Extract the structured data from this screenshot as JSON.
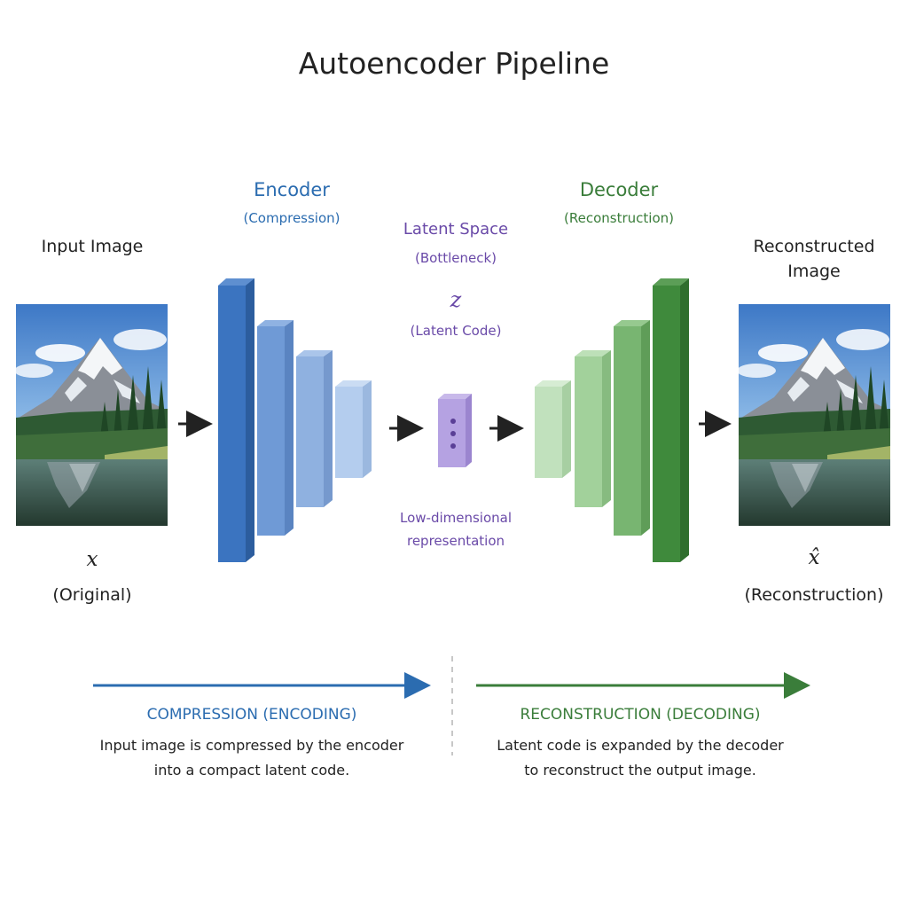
{
  "title": "Autoencoder Pipeline",
  "input": {
    "heading": "Input Image",
    "symbol": "x",
    "caption": "(Original)"
  },
  "encoder": {
    "heading": "Encoder",
    "subheading": "(Compression)"
  },
  "latent": {
    "heading": "Latent Space",
    "subheading": "(Bottleneck)",
    "symbol": "z",
    "symbol_caption": "(Latent Code)",
    "note_line1": "Low-dimensional",
    "note_line2": "representation"
  },
  "decoder": {
    "heading": "Decoder",
    "subheading": "(Reconstruction)"
  },
  "output": {
    "heading_line1": "Reconstructed",
    "heading_line2": "Image",
    "symbol": "x̂",
    "caption": "(Reconstruction)"
  },
  "compression": {
    "heading": "COMPRESSION (ENCODING)",
    "line1": "Input image is compressed by the encoder",
    "line2": "into a compact latent code."
  },
  "reconstruction": {
    "heading": "RECONSTRUCTION (DECODING)",
    "line1": "Latent code is expanded by the decoder",
    "line2": "to reconstruct the output image."
  },
  "colors": {
    "encoder": "#2b6cb0",
    "decoder": "#3a7d3a",
    "latent": "#6a4aa8"
  }
}
